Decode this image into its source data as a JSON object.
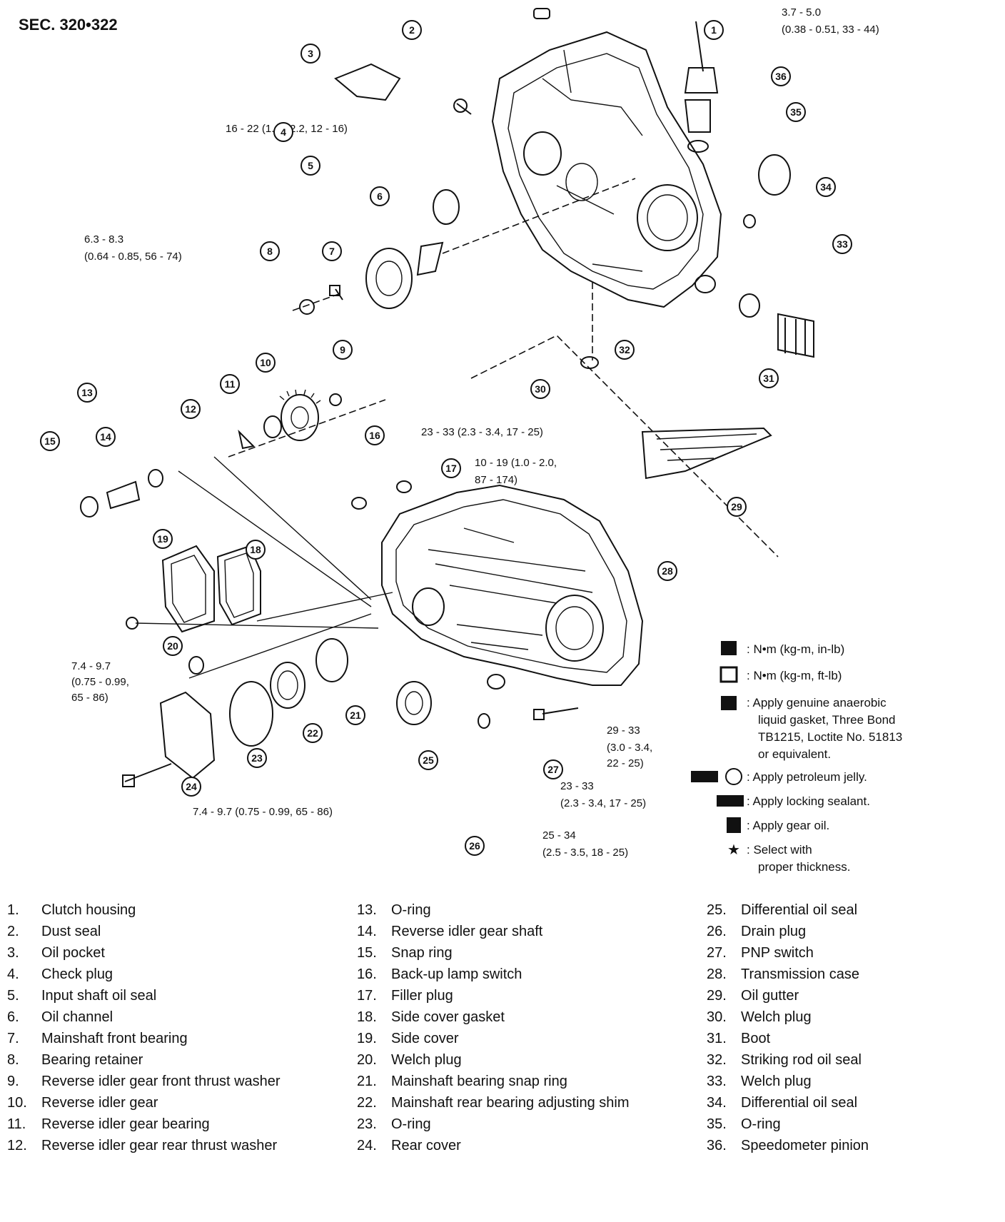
{
  "section_label": "SEC. 320•322",
  "torque_callouts": {
    "t3": "3.7 - 5.0",
    "t3b": "(0.38 - 0.51, 33 - 44)",
    "t4": "16 - 22 (1.6 - 2.2, 12 - 16)",
    "t8a": "6.3 - 8.3",
    "t8b": "(0.64 - 0.85, 56 - 74)",
    "t16": "23 - 33 (2.3 - 3.4, 17 - 25)",
    "t17a": "10 - 19 (1.0 - 2.0,",
    "t17b": "87 - 174)",
    "t20a": "7.4 - 9.7",
    "t20b": "(0.75 - 0.99,",
    "t20c": "65 - 86)",
    "t24": "7.4 - 9.7 (0.75 - 0.99, 65 - 86)",
    "t27a": "23 - 33",
    "t27b": "(2.3 - 3.4, 17 - 25)",
    "t29a": "29 - 33",
    "t29b": "(3.0 - 3.4,",
    "t29c": "22 - 25)",
    "t26a": "25 - 34",
    "t26b": "(2.5 - 3.5, 18 - 25)"
  },
  "symbol_legend": [
    {
      "text": ": N•m (kg-m, in-lb)"
    },
    {
      "text": ": N•m (kg-m, ft-lb)"
    },
    {
      "text": ": Apply genuine anaerobic"
    },
    {
      "text": "liquid gasket, Three Bond"
    },
    {
      "text": "TB1215, Loctite No. 51813"
    },
    {
      "text": "or equivalent."
    },
    {
      "text": ": Apply petroleum jelly."
    },
    {
      "text": ": Apply locking sealant."
    },
    {
      "text": ": Apply gear oil."
    },
    {
      "text": ": Select with"
    },
    {
      "text": "proper thickness."
    }
  ],
  "badges": [
    "1",
    "2",
    "3",
    "4",
    "5",
    "6",
    "7",
    "8",
    "9",
    "10",
    "11",
    "12",
    "13",
    "14",
    "15",
    "16",
    "17",
    "18",
    "19",
    "20",
    "21",
    "22",
    "23",
    "24",
    "25",
    "26",
    "27",
    "28",
    "29",
    "30",
    "31",
    "32",
    "33",
    "34",
    "35",
    "36"
  ],
  "parts": [
    {
      "num": "1.",
      "label": "Clutch housing"
    },
    {
      "num": "2.",
      "label": "Dust seal"
    },
    {
      "num": "3.",
      "label": "Oil pocket"
    },
    {
      "num": "4.",
      "label": "Check plug"
    },
    {
      "num": "5.",
      "label": "Input shaft oil seal"
    },
    {
      "num": "6.",
      "label": "Oil channel"
    },
    {
      "num": "7.",
      "label": "Mainshaft front bearing"
    },
    {
      "num": "8.",
      "label": "Bearing retainer"
    },
    {
      "num": "9.",
      "label": "Reverse idler gear front thrust washer"
    },
    {
      "num": "10.",
      "label": "Reverse idler gear"
    },
    {
      "num": "11.",
      "label": "Reverse idler gear bearing"
    },
    {
      "num": "12.",
      "label": "Reverse idler gear rear thrust washer"
    },
    {
      "num": "13.",
      "label": "O-ring"
    },
    {
      "num": "14.",
      "label": "Reverse idler gear shaft"
    },
    {
      "num": "15.",
      "label": "Snap ring"
    },
    {
      "num": "16.",
      "label": "Back-up lamp switch"
    },
    {
      "num": "17.",
      "label": "Filler plug"
    },
    {
      "num": "18.",
      "label": "Side cover gasket"
    },
    {
      "num": "19.",
      "label": "Side cover"
    },
    {
      "num": "20.",
      "label": "Welch plug"
    },
    {
      "num": "21.",
      "label": "Mainshaft bearing snap ring"
    },
    {
      "num": "22.",
      "label": "Mainshaft rear bearing adjusting shim"
    },
    {
      "num": "23.",
      "label": "O-ring"
    },
    {
      "num": "24.",
      "label": "Rear cover"
    },
    {
      "num": "25.",
      "label": "Differential oil seal"
    },
    {
      "num": "26.",
      "label": "Drain plug"
    },
    {
      "num": "27.",
      "label": "PNP switch"
    },
    {
      "num": "28.",
      "label": "Transmission case"
    },
    {
      "num": "29.",
      "label": "Oil gutter"
    },
    {
      "num": "30.",
      "label": "Welch plug"
    },
    {
      "num": "31.",
      "label": "Boot"
    },
    {
      "num": "32.",
      "label": "Striking rod oil seal"
    },
    {
      "num": "33.",
      "label": "Welch plug"
    },
    {
      "num": "34.",
      "label": "Differential oil seal"
    },
    {
      "num": "35.",
      "label": "O-ring"
    },
    {
      "num": "36.",
      "label": "Speedometer pinion"
    }
  ]
}
